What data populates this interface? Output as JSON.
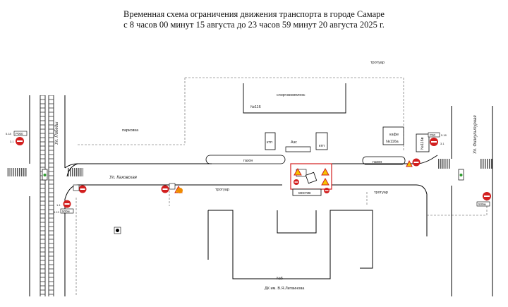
{
  "title": {
    "line1": "Временная схема ограничения движения транспорта в городе Самаре",
    "line2": "с 8 часов 00 минут 15 августа до 23 часов 59 минут 20 августа 2025 г."
  },
  "labels": {
    "sportcomplex": "спортзкомплекс",
    "bld_116": "№116",
    "parking": "парковка",
    "st_pobedy": "Ул. Победы",
    "st_kakovskaya": "Ул. Каховская",
    "st_fizkult": "Ул. Физкультурная",
    "azs": "Азс",
    "gazon1": "газон",
    "gazon2": "газон",
    "trotuar1": "тротуар",
    "trotuar2": "тротуар",
    "trotuar3": "тротуар",
    "kafe": "кафе",
    "bld_116a": "№116а",
    "bld_116v": "№116в",
    "kiosk": "ктп",
    "kiosk2": "ктп",
    "most": "мостик",
    "bld_5": "№5",
    "dk": "ДК им. В.Я.Литвинова",
    "sign_518_a": "5.18",
    "sign_518_b": "5.18",
    "sign_513_a": "5.13",
    "sign_plate_a": "500м",
    "sign_plate_b": "500м",
    "sign_plate_c": "P000",
    "sign_plate_d": "P00",
    "sign_11": "1.1",
    "sign_31": "3.1",
    "sign_31b": "3.1"
  },
  "colors": {
    "road": "#000000",
    "red": "#d21f1f",
    "sign_yellow": "#f5c400",
    "orange": "#f08a00",
    "green": "#2e9b2e"
  }
}
